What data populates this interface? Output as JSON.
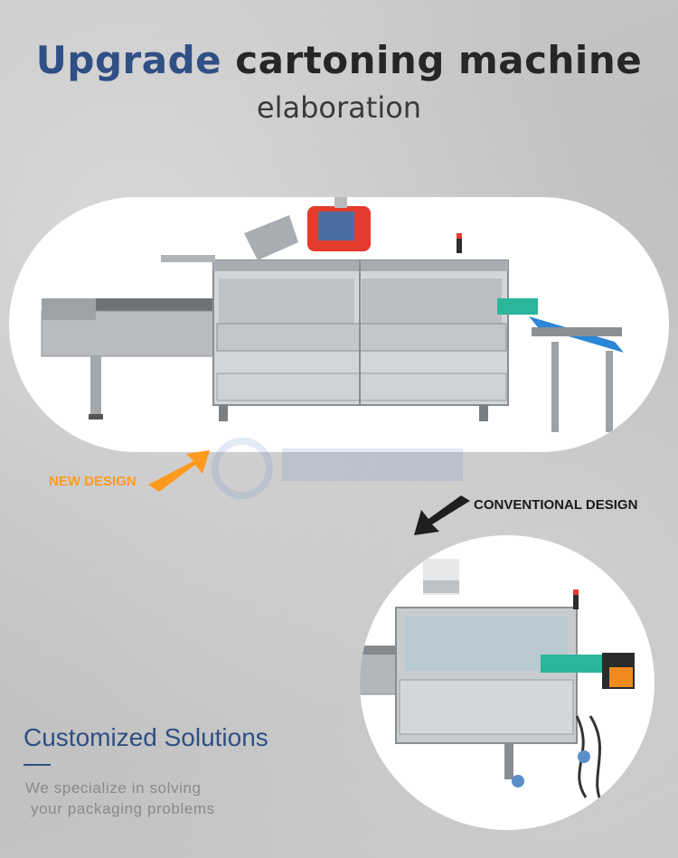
{
  "headline": {
    "word1": "Upgrade",
    "word2": "cartoning machine"
  },
  "subtitle": "elaboration",
  "labels": {
    "new_design": "NEW DESIGN",
    "conventional_design": "CONVENTIONAL DESIGN"
  },
  "solutions": {
    "title": "Customized Solutions",
    "line1": "We specialize in solving",
    "line2": "your packaging problems"
  },
  "colors": {
    "accent_blue": "#2f4f85",
    "accent_orange": "#ff9a1f",
    "text_dark": "#262626"
  }
}
